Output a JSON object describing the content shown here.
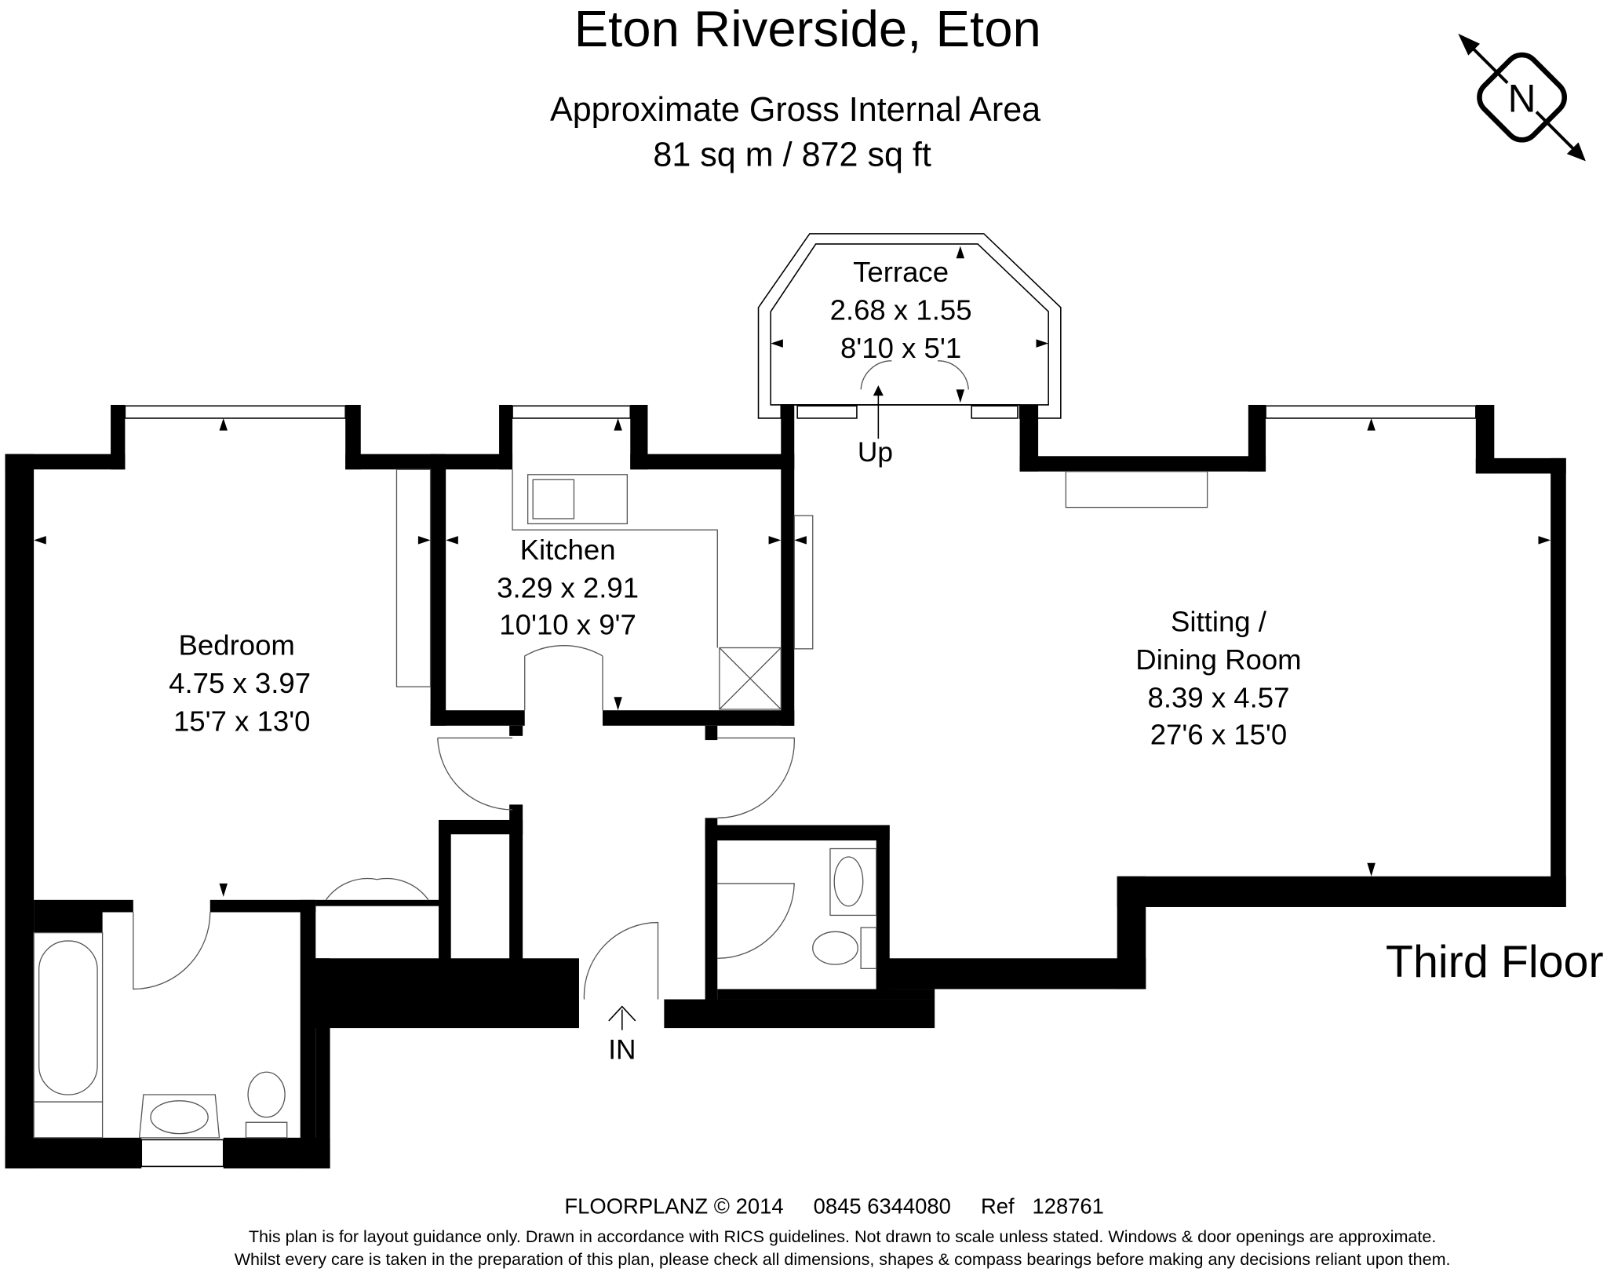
{
  "header": {
    "title": "Eton Riverside, Eton",
    "area_label": "Approximate Gross Internal Area",
    "area_value": "81 sq m / 872 sq ft"
  },
  "compass": {
    "label": "N"
  },
  "rooms": {
    "terrace": {
      "name": "Terrace",
      "metric": "2.68 x 1.55",
      "imperial": "8'10 x 5'1"
    },
    "kitchen": {
      "name": "Kitchen",
      "metric": "3.29 x 2.91",
      "imperial": "10'10 x 9'7"
    },
    "bedroom": {
      "name": "Bedroom",
      "metric": "4.75 x 3.97",
      "imperial": "15'7 x 13'0"
    },
    "sitting": {
      "name1": "Sitting /",
      "name2": "Dining Room",
      "metric": "8.39 x 4.57",
      "imperial": "27'6 x 15'0"
    }
  },
  "markers": {
    "up": "Up",
    "in": "IN"
  },
  "floor_label": "Third Floor",
  "footer": {
    "credit": "FLOORPLANZ © 2014     0845 6344080     Ref   128761",
    "disclaimer1": "This plan is for layout guidance only. Drawn in accordance with RICS guidelines. Not drawn to scale unless stated. Windows & door openings are approximate.",
    "disclaimer2": "Whilst every care is taken in the preparation of this plan, please check all dimensions, shapes & compass bearings before making any decisions reliant upon them."
  }
}
